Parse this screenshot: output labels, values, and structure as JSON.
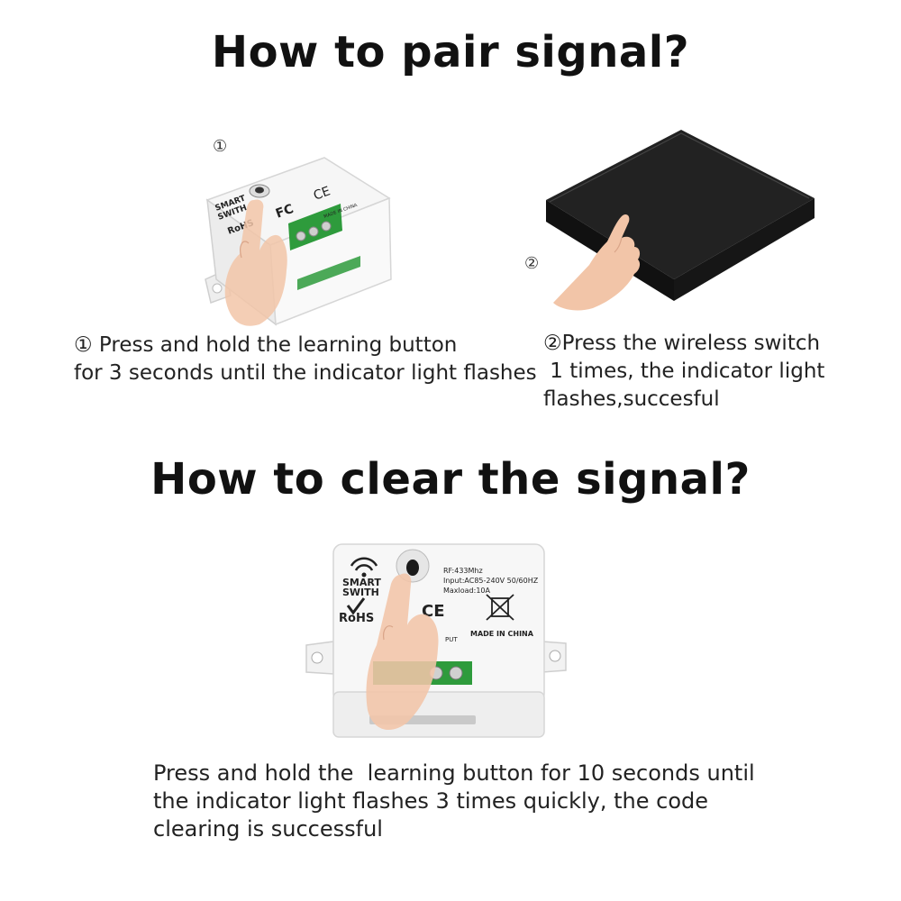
{
  "sections": {
    "pair": {
      "title": "How to pair signal?",
      "step1_marker": "①",
      "step2_marker": "②",
      "step1_caption": [
        "① Press and hold the learning button",
        "for 3 seconds until the indicator light flashes"
      ],
      "step2_caption": [
        "②Press the wireless switch",
        " 1 times, the indicator light",
        "flashes,succesful"
      ]
    },
    "clear": {
      "title": "How to clear the signal?",
      "caption": [
        "Press and hold the  learning button for 10 seconds until",
        "the indicator light flashes 3 times quickly, the code",
        "clearing is successful"
      ]
    }
  },
  "device_label": {
    "brand": [
      "SMART",
      "SWITH"
    ],
    "rohs": "RoHS",
    "fcc": "FC",
    "ce": "CE",
    "rf": "RF:433Mhz",
    "input": "Input:AC85-240V 50/60HZ",
    "maxload": "Maxload:10A",
    "made_in": "MADE IN CHINA",
    "terminal": "PUT"
  },
  "colors": {
    "device_body": "#f4f4f4",
    "terminal_green": "#2e9b3c",
    "panel_black": "#1c1c1c",
    "skin": "#f2c5a8"
  }
}
